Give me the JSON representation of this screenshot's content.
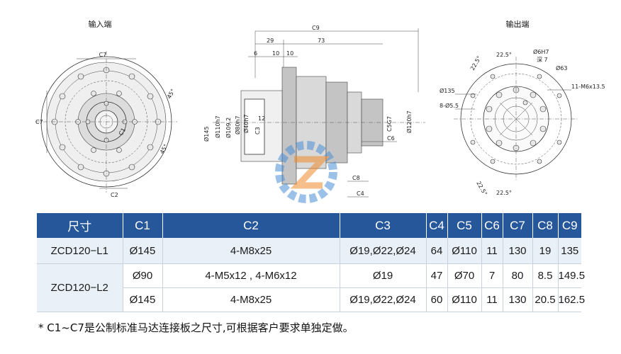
{
  "drawing": {
    "input_title": "输入端",
    "output_title": "输出端",
    "input_labels": {
      "c7_top": "C7",
      "c7_left": "C7",
      "angle_top": "45°",
      "angle_bottom": "45°",
      "c1": "C1",
      "c2": "C2"
    },
    "side_labels": {
      "c9": "C9",
      "d29": "29",
      "d73": "73",
      "d6": "6",
      "d10a": "10",
      "d10b": "10",
      "phi145": "Ø145",
      "phi110": "Ø110h7",
      "phi109": "Ø109.2",
      "phi80": "Ø80h7",
      "phi40": "Ø40h7",
      "d12": "12",
      "c3": "C3",
      "c5": "C5G7",
      "c6": "C6",
      "c8": "C8",
      "c4": "C4",
      "phi120": "Ø120h7"
    },
    "output_labels": {
      "a1": "22.5°",
      "a2": "22.5°",
      "a3": "22.5°",
      "a4": "22.5°",
      "phi6": "Ø6H7",
      "depth": "深 7",
      "phi63": "Ø63",
      "tap": "11-M6x13.5",
      "phi135": "Ø135",
      "holes": "8-Ø5.5"
    }
  },
  "table": {
    "headers": [
      "尺寸",
      "C1",
      "C2",
      "C3",
      "C4",
      "C5",
      "C6",
      "C7",
      "C8",
      "C9"
    ],
    "rows": [
      {
        "model": "ZCD120−L1",
        "c1": "Ø145",
        "c2": "4-M8x25",
        "c3": "Ø19,Ø22,Ø24",
        "c4": "64",
        "c5": "Ø110",
        "c6": "11",
        "c7": "130",
        "c8": "19",
        "c9": "135"
      },
      {
        "model": "ZCD120−L2",
        "c1": "Ø90",
        "c2": "4-M5x12 , 4-M6x12",
        "c3": "Ø19",
        "c4": "47",
        "c5": "Ø70",
        "c6": "7",
        "c7": "80",
        "c8": "8.5",
        "c9": "149.5"
      },
      {
        "c1": "Ø145",
        "c2": "4-M8x25",
        "c3": "Ø19,Ø22,Ø24",
        "c4": "60",
        "c5": "Ø110",
        "c6": "11",
        "c7": "130",
        "c8": "20.5",
        "c9": "162.5"
      }
    ]
  },
  "note": "* C1~C7是公制标准马达连接板之尺寸,可根据客户要求单独定做。"
}
